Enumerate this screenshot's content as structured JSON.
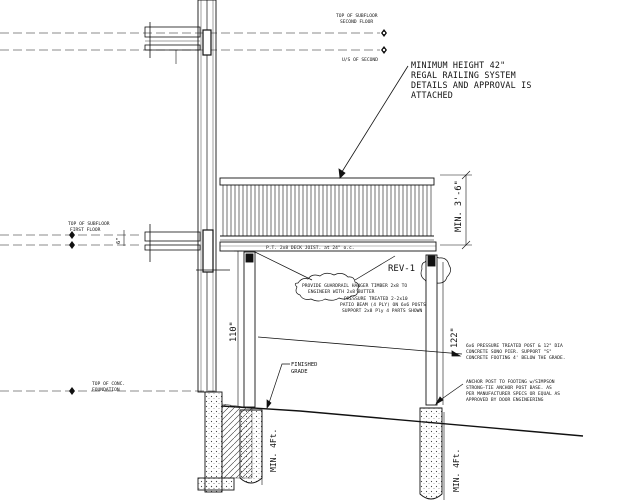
{
  "levels": {
    "subfloor_second": {
      "line1": "TOP OF SUBFLOOR",
      "line2": "SECOND FLOOR"
    },
    "us_second": "U/S OF SECOND",
    "subfloor_first": {
      "line1": "TOP OF SUBFLOOR",
      "line2": "FIRST FLOOR"
    },
    "foundation": {
      "line1": "TOP OF CONC.",
      "line2": "FOUNDATION"
    }
  },
  "notes": {
    "railing": [
      "MINIMUM HEIGHT 42\"",
      "REGAL RAILING SYSTEM",
      "DETAILS AND APPROVAL IS",
      "ATTACHED"
    ],
    "joist": "P.T. 2x8 DECK JOIST. at 24\" o.c.",
    "cloud_note": [
      "PROVIDE GUARDRAIL HANGER TIMBER 2x8 TO",
      "ENGINEER WITH 2x8 BUTTER"
    ],
    "beam_note": [
      "PRESSURE TREATED 2-2x10",
      "PATIO BEAM (4 PLY) ON 6x6 POSTS",
      "SUPPORT 2x8 Ply 4 PARTS SHOWN"
    ],
    "post_note": [
      "6x6 PRESSURE TREATED POST & 12\" DIA",
      "CONCRETE SONO PIER. SUPPORT \"S\"",
      "CONCRETE FOOTING 4' BELOW THE GRADE."
    ],
    "anchor_note": [
      "ANCHOR POST TO FOOTING w/SIMPSON",
      "STRONG-TIE ANCHOR POST BASE. AS",
      "PER MANUFACTURER SPECS OR EQUAL AS",
      "APPROVED BY DOOR ENGINEERING"
    ],
    "finished_grade": [
      "FINISHED",
      "GRADE"
    ],
    "rev": "REV-1"
  },
  "dimensions": {
    "railing_min": "MIN. 3'-6\"",
    "height_110": "110\"",
    "height_122": "122\"",
    "depth_left": "MIN. 4Ft.",
    "depth_right": "MIN. 4Ft.",
    "step": "6\""
  }
}
